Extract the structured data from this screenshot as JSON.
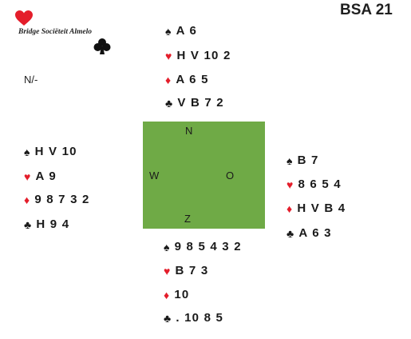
{
  "header": {
    "board": "BSA 21",
    "logo_text": "Bridge Sociëteit Almelo",
    "vulnerability": "N/-"
  },
  "compass": {
    "north": "N",
    "west": "W",
    "east": "O",
    "south": "Z"
  },
  "hands": {
    "north": {
      "spades": "A 6",
      "hearts": "H V 10 2",
      "diamonds": "A 6 5",
      "clubs": "V B 7 2"
    },
    "west": {
      "spades": "H V 10",
      "hearts": "A 9",
      "diamonds": "9 8 7 3 2",
      "clubs": "H 9 4"
    },
    "east": {
      "spades": "B 7",
      "hearts": "8 6 5 4",
      "diamonds": "H V B 4",
      "clubs": "A 6 3"
    },
    "south": {
      "spades": "9 8 5 4 3 2",
      "hearts": "B 7 3",
      "diamonds": "10",
      "clubs": ". 10 8 5"
    }
  },
  "colors": {
    "table": "#6faa46",
    "red_suit": "#e41e2b",
    "black_suit": "#1a1a1a"
  },
  "icons": {
    "spades": "spade-icon",
    "hearts": "heart-icon",
    "diamonds": "diamond-icon",
    "clubs": "club-icon"
  }
}
